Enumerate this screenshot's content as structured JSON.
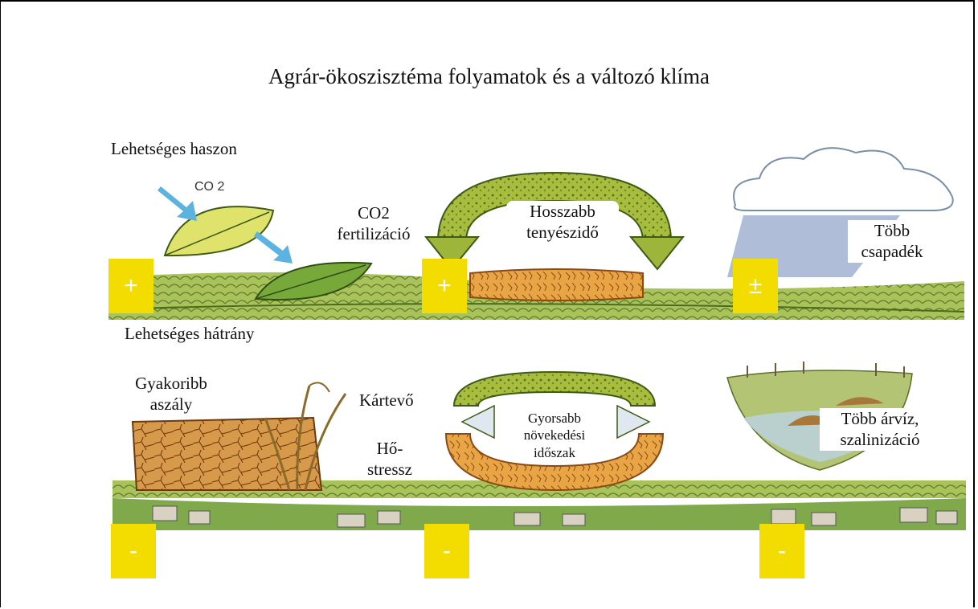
{
  "title": "Agrár-ökoszisztéma folyamatok és a változó klíma",
  "sections": {
    "benefits": "Lehetséges haszon",
    "drawbacks": "Lehetséges hátrány"
  },
  "top_row": [
    {
      "label": "CO2\nfertilizáció",
      "badge": "+",
      "image_text": "CO 2"
    },
    {
      "label": "Hosszabb\ntenyészidő",
      "badge": "+"
    },
    {
      "label": "Több\ncsapadék",
      "badge": "±"
    }
  ],
  "bottom_row": [
    {
      "label": "Gyakoribb\naszály",
      "badge": "-"
    },
    {
      "label": "Kártevő",
      "badge": "-"
    },
    {
      "label": "Hő-\nstressz"
    },
    {
      "label": "Gyorsabb\nnövekedési\nidőszak",
      "badge": "-"
    },
    {
      "label": "Több árvíz,\nszalinizáció",
      "badge": "-"
    }
  ],
  "colors": {
    "badge": "#f3dd00",
    "field_green": "#8fb04a",
    "soil_orange": "#e39a3c",
    "arrow_green": "#9cb53a"
  }
}
